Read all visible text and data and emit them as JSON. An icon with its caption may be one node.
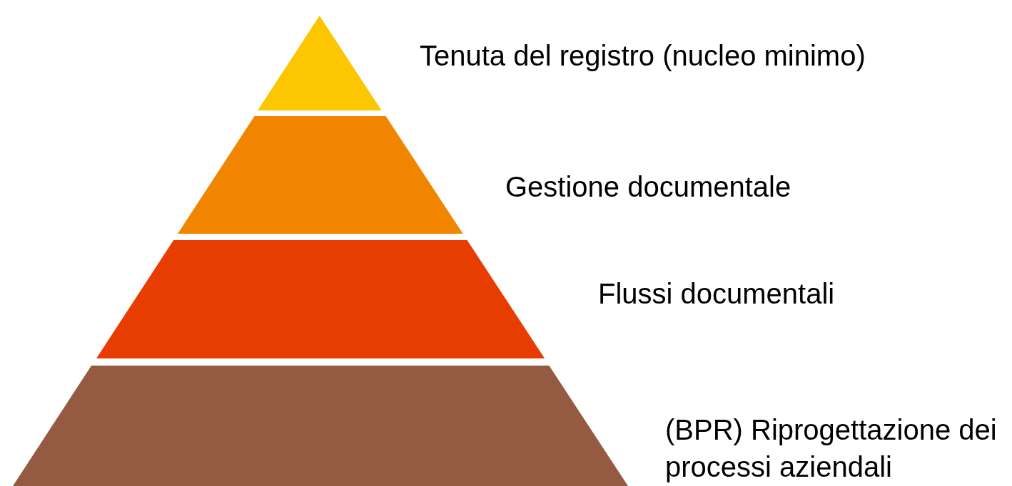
{
  "diagram": {
    "nodes": [
      {
        "text": [
          "Tenuta del registro (nucleo minimo)"
        ]
      },
      {
        "text": [
          "Gestione documentale"
        ]
      },
      {
        "text": [
          "Flussi documentali"
        ]
      },
      {
        "text": [
          "(BPR) Riprogettazione dei processi aziendali"
        ]
      }
    ]
  }
}
